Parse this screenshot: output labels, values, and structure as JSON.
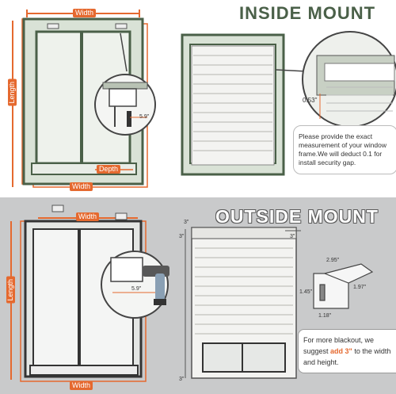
{
  "top": {
    "title": "INSIDE MOUNT",
    "labels": {
      "width_top": "Width",
      "length": "Length",
      "depth": "Depth",
      "width_bottom": "Width",
      "bracket_offset": "5.9\"",
      "gap": "0.53\""
    },
    "note": "Please provide the exact measurement of your window frame.We will deduct 0.1 for install security gap."
  },
  "bottom": {
    "title": "OUTSIDE MOUNT",
    "labels": {
      "width_top": "Width",
      "length": "Length",
      "width_bottom": "Width",
      "bracket_offset": "5.9\"",
      "overlap_left": "3\"",
      "overlap_right": "3\"",
      "overlap_top": "3\"",
      "overlap_bottom": "3\"",
      "bracket_width": "2.95\"",
      "bracket_height": "1.45\"",
      "bracket_depth": "1.97\"",
      "bracket_base": "1.18\""
    },
    "note": {
      "before": "For more blackout, we suggest ",
      "bold": "add 3\"",
      "after": " to the width and height."
    }
  },
  "colors": {
    "accent": "#e5692f",
    "frame": "#4a6048",
    "frame_fill": "#d9e2d6",
    "shade": "#f3f3f1",
    "gray_bg": "#c9cacb"
  }
}
